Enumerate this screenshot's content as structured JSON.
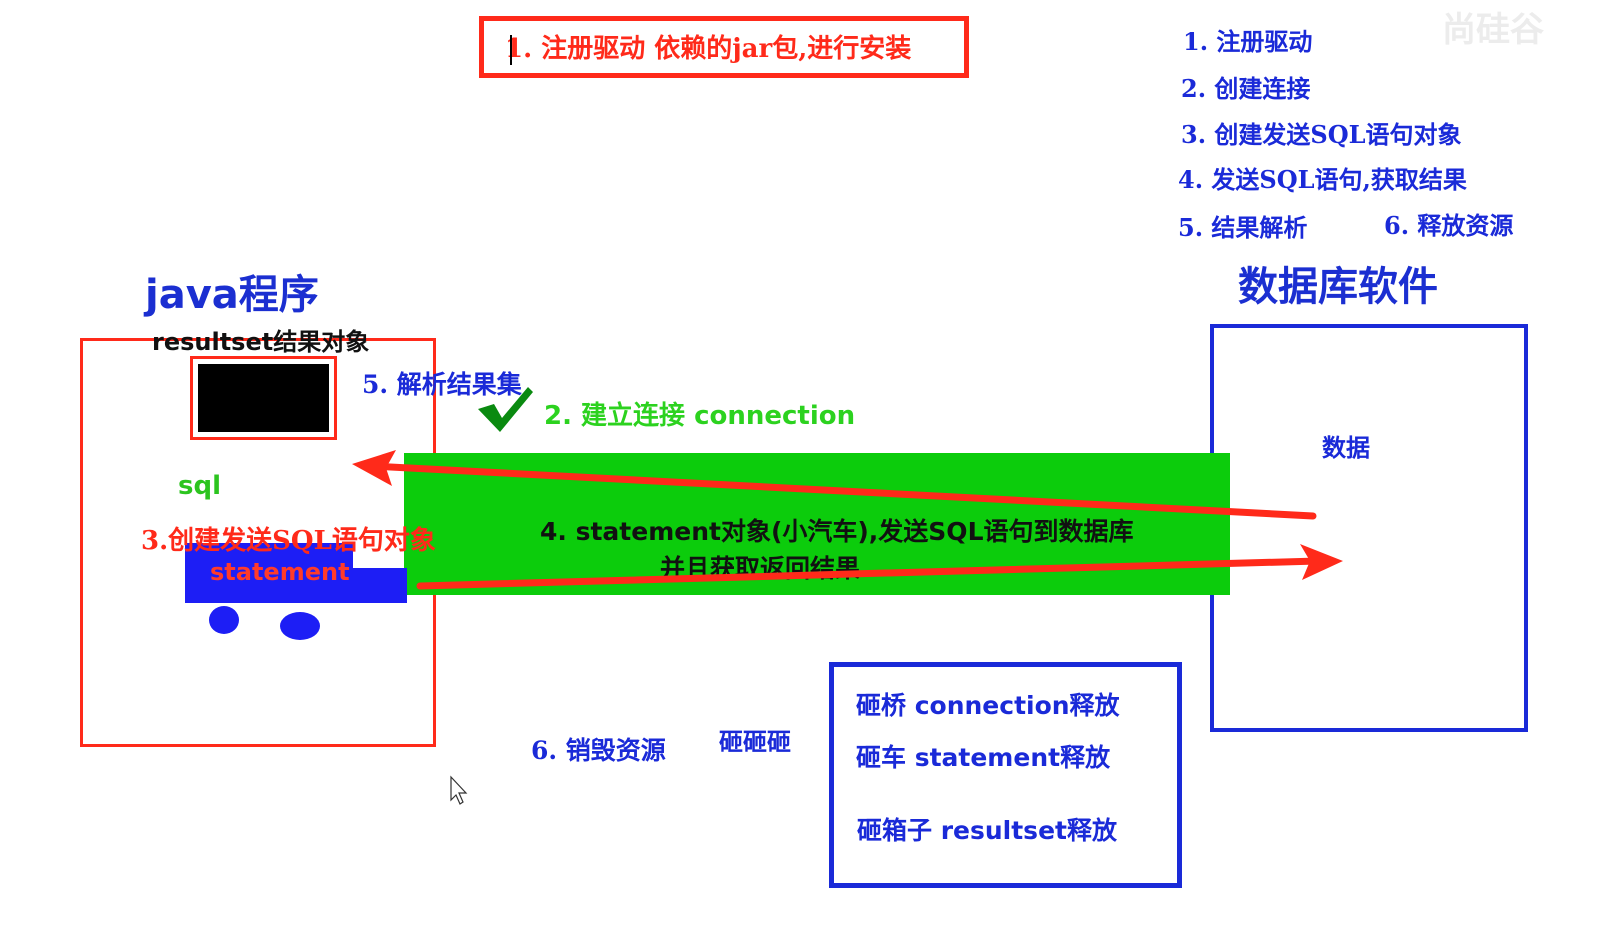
{
  "top_note": "1. 注册驱动 依赖的jar包,进行安装",
  "steps": {
    "s1": "1. 注册驱动",
    "s2": "2. 创建连接",
    "s3": "3. 创建发送SQL语句对象",
    "s4": "4. 发送SQL语句,获取结果",
    "s5": "5. 结果解析",
    "s6": "6. 释放资源"
  },
  "java_side": {
    "title": "java程序",
    "resultset_label": "resultset结果对象",
    "parse_label": "5. 解析结果集",
    "sql_label": "sql",
    "create_stmt_label": "3.创建发送SQL语句对象",
    "car_label": "statement"
  },
  "connection_label": "2. 建立连接 connection",
  "band": {
    "line1": "4. statement对象(小汽车),发送SQL语句到数据库",
    "line2": "并且获取返回结果"
  },
  "db_side": {
    "title": "数据库软件",
    "data_label": "数据"
  },
  "cleanup": {
    "destroy_label": "6. 销毁资源",
    "smash_label": "砸砸砸",
    "items": [
      "砸桥 connection释放",
      "砸车 statement释放",
      "砸箱子 resultset释放"
    ]
  },
  "watermark": "尚硅谷",
  "colors": {
    "red": "#ff2a1a",
    "blue": "#1a2ad8",
    "green_band": "#0ccc0c",
    "green_text": "#2cd21f",
    "car_blue": "#1d1ef5"
  }
}
